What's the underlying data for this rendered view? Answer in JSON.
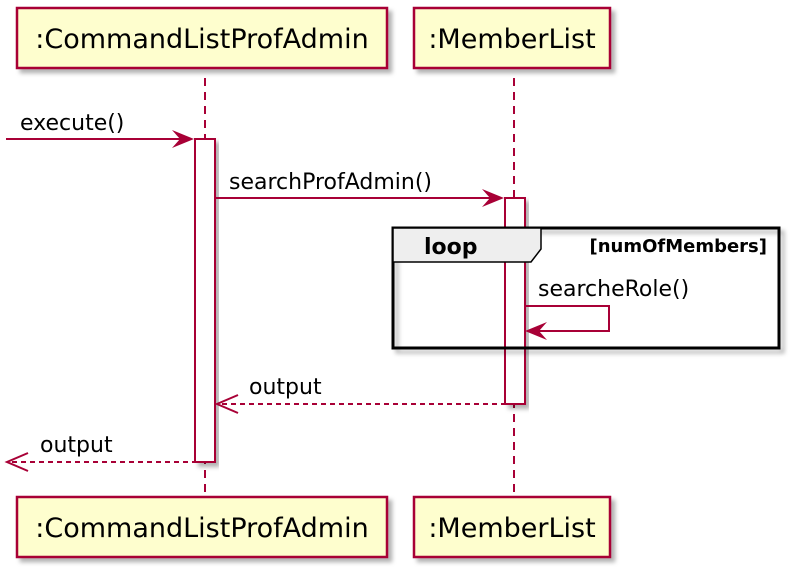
{
  "colors": {
    "accent": "#A80036",
    "participant_fill": "#FEFECE",
    "activation_fill": "#FFFFFF",
    "loop_header_fill": "#EEEEEE",
    "loop_border": "#000000"
  },
  "participants": {
    "command": {
      "label": ":CommandListProfAdmin"
    },
    "memberlist": {
      "label": ":MemberList"
    }
  },
  "messages": {
    "execute": {
      "label": "execute()",
      "style": "solid"
    },
    "search": {
      "label": "searchProfAdmin()",
      "style": "solid"
    },
    "searche_role": {
      "label": "searcheRole()",
      "style": "solid"
    },
    "output_inner": {
      "label": "output",
      "style": "dashed"
    },
    "output_outer": {
      "label": "output",
      "style": "dashed"
    }
  },
  "loop": {
    "keyword": "loop",
    "guard": "[numOfMembers]"
  }
}
